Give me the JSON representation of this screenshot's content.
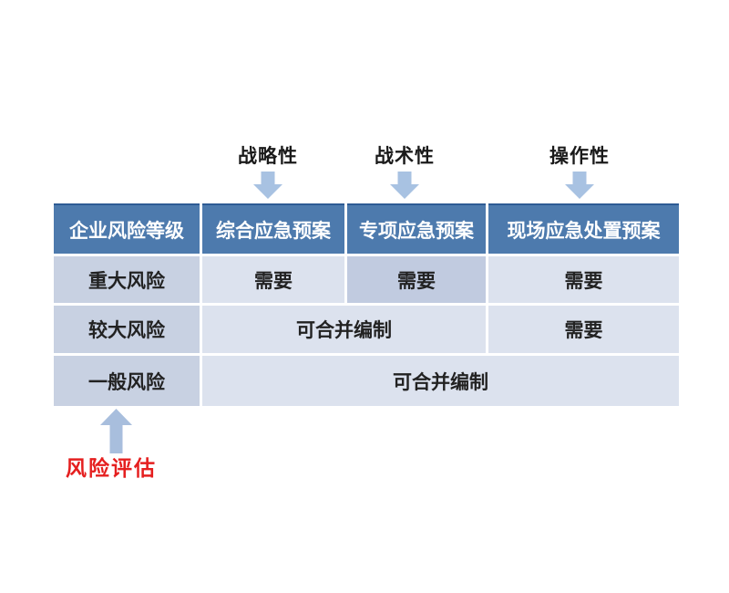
{
  "colors": {
    "header_blue": "#4d7aad",
    "header_top_border": "#2e5b94",
    "row_label_bg": "#c8d1e2",
    "cell_bg": "#dce2ee",
    "cell_highlight_bg": "#c1cbe0",
    "arrow_blue": "#a8c2e2",
    "arrow_up_blue": "#a8bedd",
    "red_label": "#e51f1f"
  },
  "annotations": {
    "top": [
      {
        "label": "战略性"
      },
      {
        "label": "战术性"
      },
      {
        "label": "操作性"
      }
    ],
    "bottom_label": "风险评估"
  },
  "table": {
    "columns": [
      "企业风险等级",
      "综合应急预案",
      "专项应急预案",
      "现场应急处置预案"
    ],
    "rows": [
      {
        "label": "重大风险",
        "cells": [
          "需要",
          "需要",
          "需要"
        ]
      },
      {
        "label": "较大风险",
        "cells": [
          "可合并编制",
          "需要"
        ]
      },
      {
        "label": "一般风险",
        "cells": [
          "可合并编制"
        ]
      }
    ]
  },
  "icons": {
    "down_arrow": "down-arrow",
    "up_arrow": "up-arrow"
  }
}
